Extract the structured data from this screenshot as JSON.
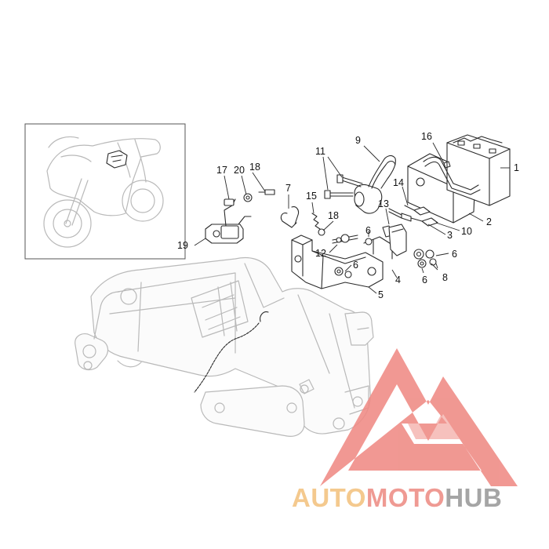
{
  "callouts": {
    "c1": "1",
    "c2": "2",
    "c3": "3",
    "c4": "4",
    "c5": "5",
    "c6a": "6",
    "c6b": "6",
    "c6c": "6",
    "c6d": "6",
    "c7": "7",
    "c8": "8",
    "c9": "9",
    "c10": "10",
    "c11": "11",
    "c12": "12",
    "c13": "13",
    "c14": "14",
    "c15": "15",
    "c16": "16",
    "c17": "17",
    "c18a": "18",
    "c18b": "18",
    "c19": "19",
    "c20": "20"
  },
  "watermark": {
    "word_auto": "AUTO",
    "word_moto": "MOTO",
    "word_hub": "HUB",
    "colors": {
      "auto": "#f4c98e",
      "moto": "#ef9a93",
      "hub": "#a5a5a5",
      "logo": "#ef8a84"
    }
  },
  "colors": {
    "line": "#2a2a2a",
    "frame": "#b9b9b9",
    "background": "#ffffff"
  }
}
